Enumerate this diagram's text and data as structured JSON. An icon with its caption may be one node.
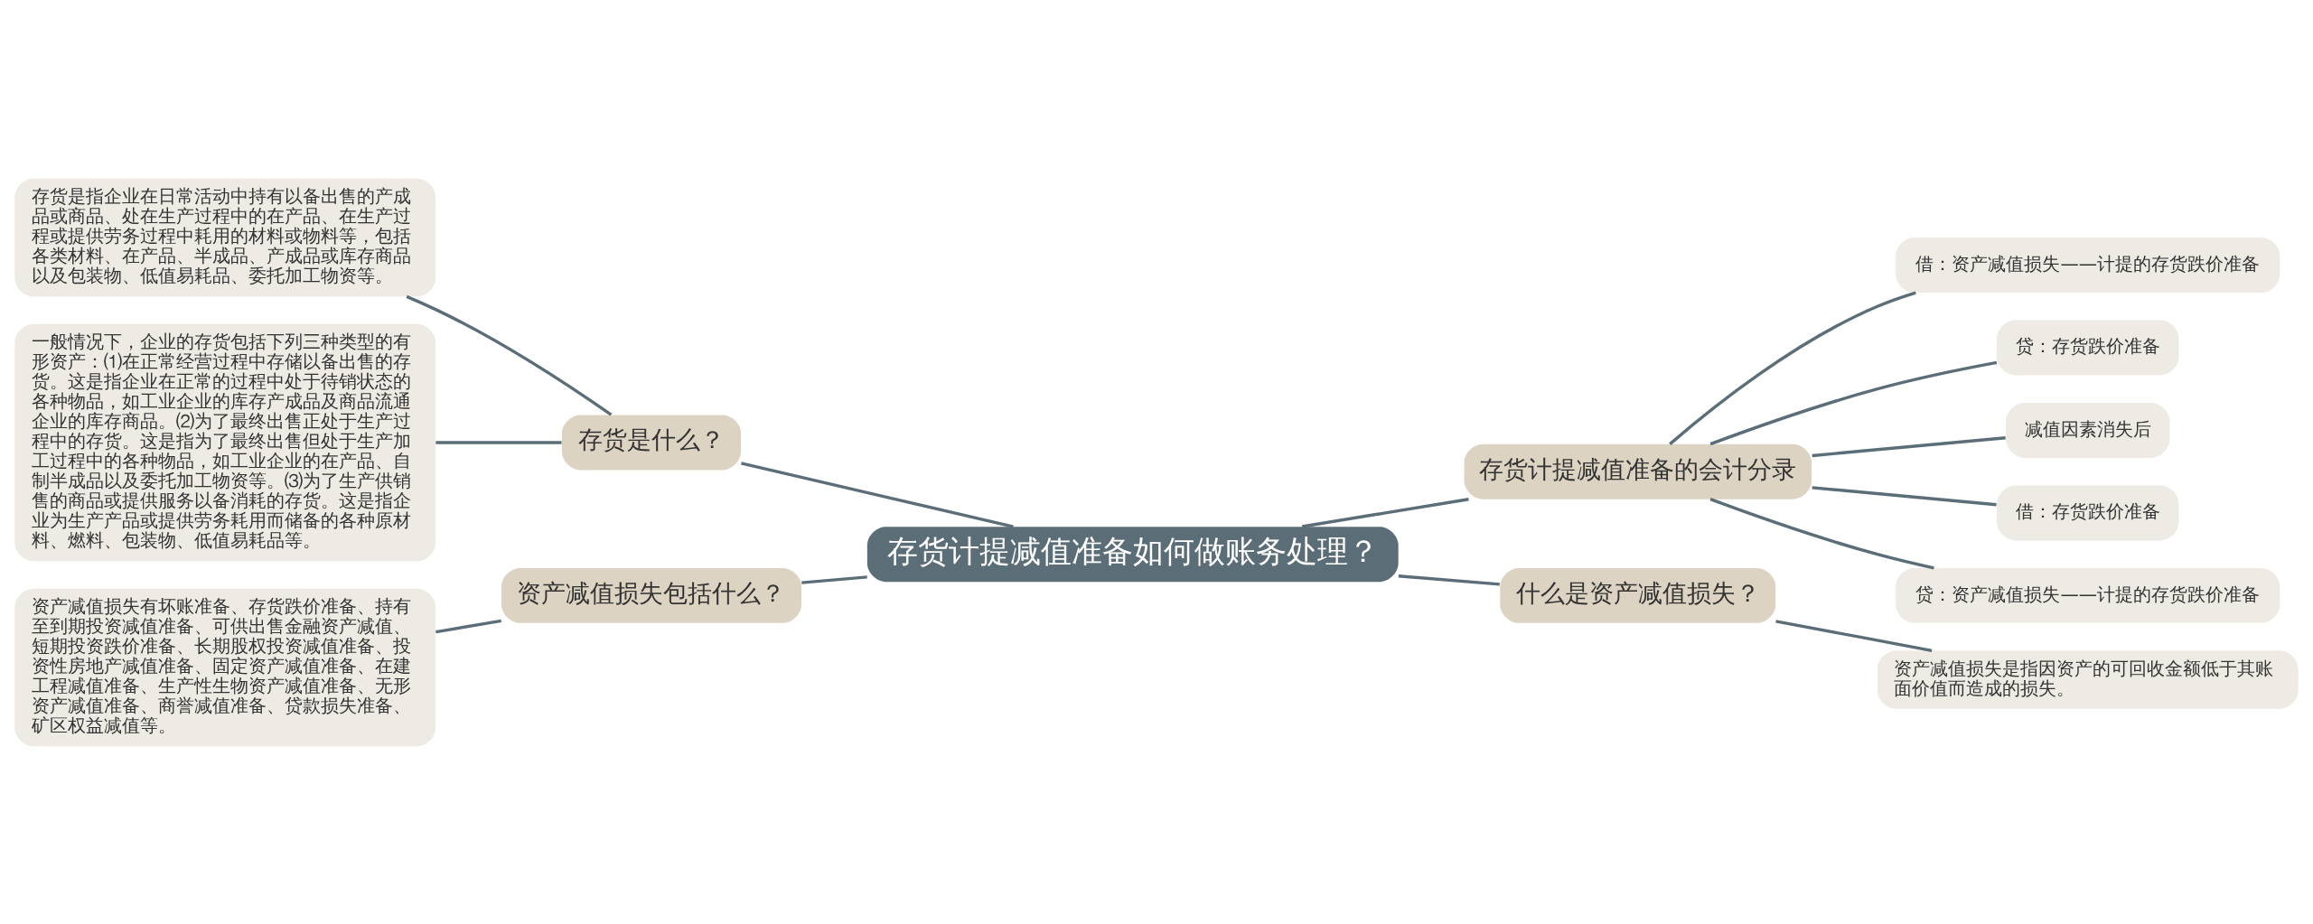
{
  "diagram": {
    "nodes": [
      {
        "text": [
          "存货计提减值准备如何做账务处理？"
        ]
      },
      {
        "text": [
          "存货是什么？"
        ]
      },
      {
        "text": [
          "存货是指企业在日常活动中持有以备出售的产成品或商品、处在生产过程中的在产品、在生产过程或提供劳务过程中耗用的材料或物料等，包括各类材料、在产品、半成品、产成品或库存商品以及包装物、低值易耗品、委托加工物资等。"
        ]
      },
      {
        "text": [
          "一般情况下，企业的存货包括下列三种类型的有形资产：⑴在正常经营过程中存储以备出售的存货。这是指企业在正常的过程中处于待销状态的各种物品，如工业企业的库存产成品及商品流通企业的库存商品。⑵为了最终出售正处于生产过程中的存货。这是指为了最终出售但处于生产加工过程中的各种物品，如工业企业的在产品、自制半成品以及委托加工物资等。⑶为了生产供销售的商品或提供服务以备消耗的存货。这是指企业为生产产品或提供劳务耗用而储备的各种原材料、燃料、包装物、低值易耗品等。"
        ]
      },
      {
        "text": [
          "资产减值损失包括什么？"
        ]
      },
      {
        "text": [
          "资产减值损失有坏账准备、存货跌价准备、持有至到期投资减值准备、可供出售金融资产减值、短期投资跌价准备、长期股权投资减值准备、投资性房地产减值准备、固定资产减值准备、在建工程减值准备、生产性生物资产减值准备、无形资产减值准备、商誉减值准备、贷款损失准备、矿区权益减值等。"
        ]
      },
      {
        "text": [
          "存货计提减值准备的会计分录"
        ]
      },
      {
        "text": [
          "借：资产减值损失——计提的存货跌价准备"
        ]
      },
      {
        "text": [
          "贷：存货跌价准备"
        ]
      },
      {
        "text": [
          "减值因素消失后"
        ]
      },
      {
        "text": [
          "借：存货跌价准备"
        ]
      },
      {
        "text": [
          "贷：资产减值损失——计提的存货跌价准备"
        ]
      },
      {
        "text": [
          "什么是资产减值损失？"
        ]
      },
      {
        "text": [
          "资产减值损失是指因资产的可回收金额低于其账面价值而造成的损失。"
        ]
      }
    ],
    "edges": [
      {
        "from": 0,
        "to": 1,
        "arrow": "none"
      },
      {
        "from": 1,
        "to": 2,
        "arrow": "none"
      },
      {
        "from": 1,
        "to": 3,
        "arrow": "none"
      },
      {
        "from": 0,
        "to": 4,
        "arrow": "none"
      },
      {
        "from": 4,
        "to": 5,
        "arrow": "none"
      },
      {
        "from": 0,
        "to": 6,
        "arrow": "none"
      },
      {
        "from": 6,
        "to": 7,
        "arrow": "none"
      },
      {
        "from": 6,
        "to": 8,
        "arrow": "none"
      },
      {
        "from": 6,
        "to": 9,
        "arrow": "none"
      },
      {
        "from": 6,
        "to": 10,
        "arrow": "none"
      },
      {
        "from": 6,
        "to": 11,
        "arrow": "none"
      },
      {
        "from": 0,
        "to": 12,
        "arrow": "none"
      },
      {
        "from": 12,
        "to": 13,
        "arrow": "none"
      }
    ]
  }
}
